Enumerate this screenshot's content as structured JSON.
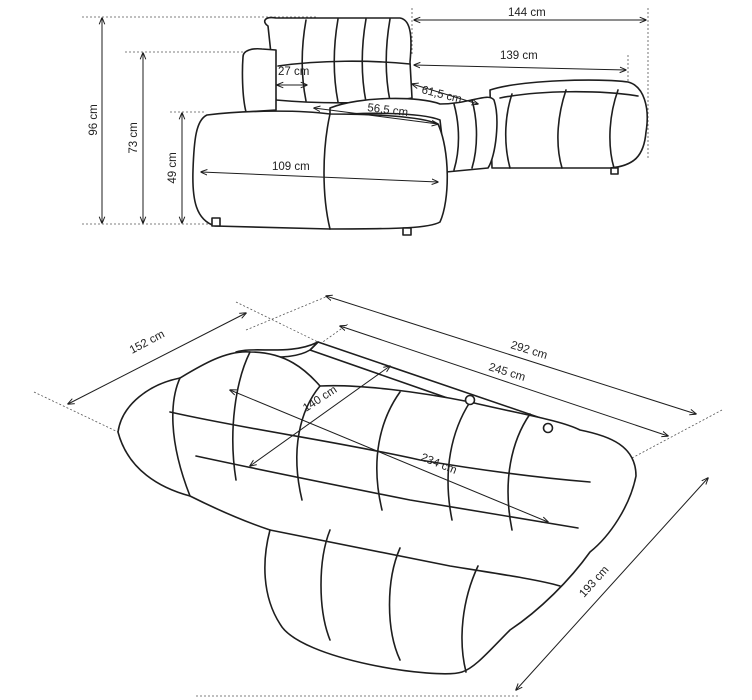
{
  "colors": {
    "line": "#1e1e1e",
    "background": "#ffffff"
  },
  "side_view": {
    "height_total": "96 cm",
    "height_back": "73 cm",
    "height_seat": "49 cm",
    "armrest_width": "27 cm",
    "chaise_depth": "109 cm",
    "seat_depth": "56,5 cm",
    "chaise_seat_depth": "61,5 cm",
    "chaise_width_outer": "144 cm",
    "chaise_width_inner": "139 cm"
  },
  "top_view": {
    "depth": "152 cm",
    "total_length": "292 cm",
    "seat_length": "245 cm",
    "seat_depth": "140 cm",
    "chaise_length": "234 cm",
    "chaise_depth": "193 cm"
  }
}
